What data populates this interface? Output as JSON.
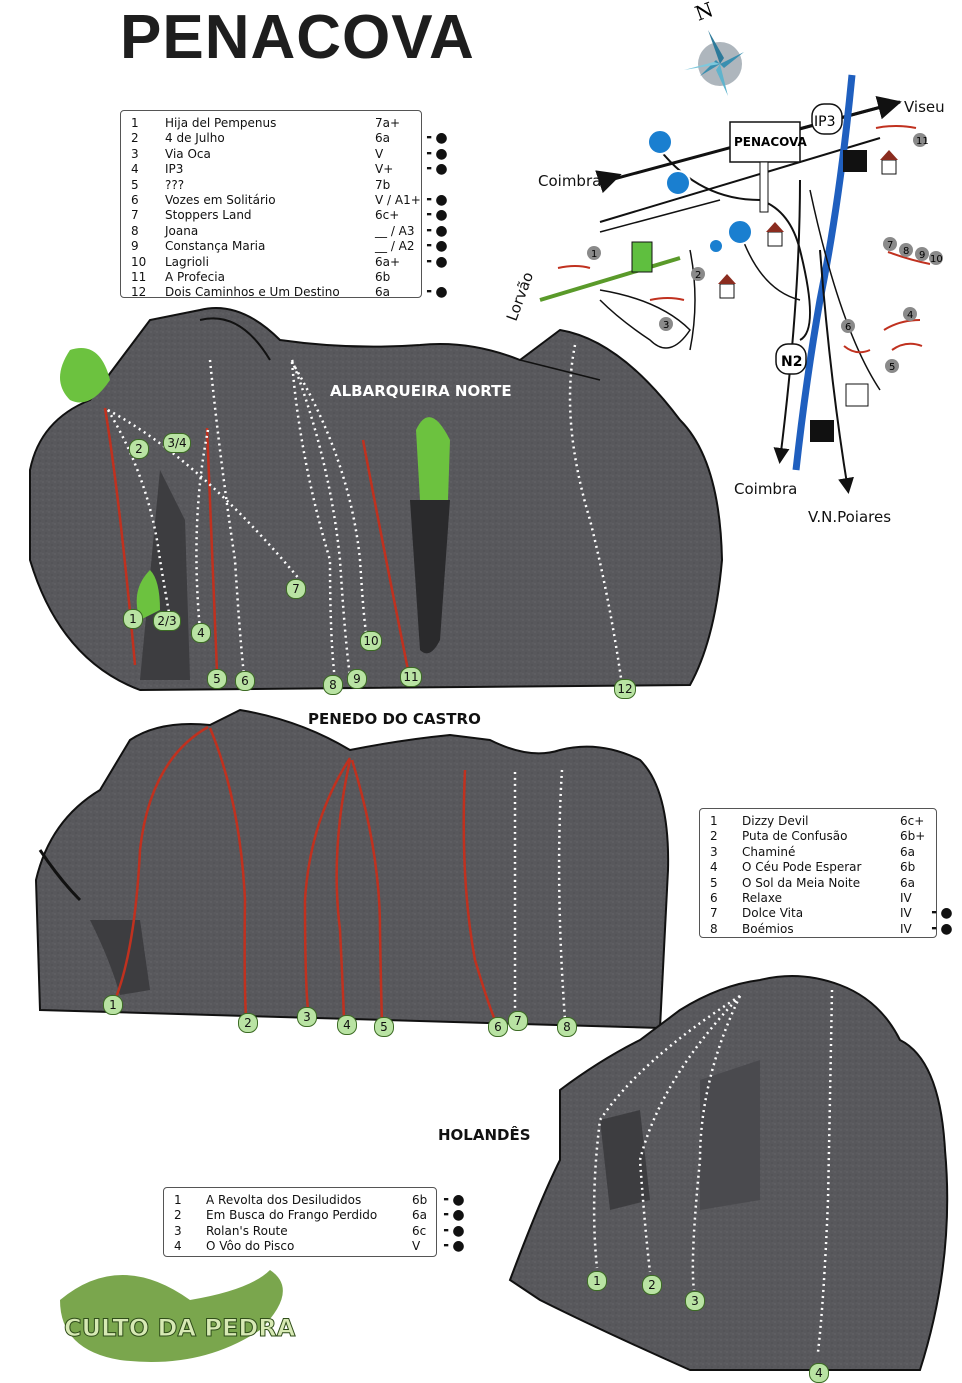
{
  "title": "PENACOVA",
  "legend_main": {
    "routes": [
      {
        "n": "1",
        "name": "Hija del Pempenus",
        "grade": "7a+",
        "hanger": false
      },
      {
        "n": "2",
        "name": "4 de Julho",
        "grade": "6a",
        "hanger": true
      },
      {
        "n": "3",
        "name": "Via Oca",
        "grade": "V",
        "hanger": true
      },
      {
        "n": "4",
        "name": "IP3",
        "grade": "V+",
        "hanger": true
      },
      {
        "n": "5",
        "name": "???",
        "grade": "7b",
        "hanger": false
      },
      {
        "n": "6",
        "name": "Vozes em Solitário",
        "grade": "V / A1+",
        "hanger": true
      },
      {
        "n": "7",
        "name": "Stoppers Land",
        "grade": "6c+",
        "hanger": true
      },
      {
        "n": "8",
        "name": "Joana",
        "grade": "__ / A3",
        "hanger": true
      },
      {
        "n": "9",
        "name": "Constança Maria",
        "grade": "__ / A2",
        "hanger": true
      },
      {
        "n": "10",
        "name": "Lagrioli",
        "grade": "6a+",
        "hanger": true
      },
      {
        "n": "11",
        "name": "A Profecia",
        "grade": "6b",
        "hanger": false
      },
      {
        "n": "12",
        "name": "Dois Caminhos  e Um Destino",
        "grade": "6a",
        "hanger": true
      }
    ]
  },
  "legend_castro": {
    "routes": [
      {
        "n": "1",
        "name": "Dizzy Devil",
        "grade": "6c+",
        "hanger": false
      },
      {
        "n": "2",
        "name": "Puta de Confusão",
        "grade": "6b+",
        "hanger": false
      },
      {
        "n": "3",
        "name": "Chaminé",
        "grade": "6a",
        "hanger": false
      },
      {
        "n": "4",
        "name": "O Céu Pode Esperar",
        "grade": "6b",
        "hanger": false
      },
      {
        "n": "5",
        "name": "O Sol da Meia Noite",
        "grade": "6a",
        "hanger": false
      },
      {
        "n": "6",
        "name": "Relaxe",
        "grade": "IV",
        "hanger": false
      },
      {
        "n": "7",
        "name": "Dolce Vita",
        "grade": "IV",
        "hanger": true
      },
      {
        "n": "8",
        "name": "Boémios",
        "grade": "IV",
        "hanger": true
      }
    ]
  },
  "legend_holandes": {
    "routes": [
      {
        "n": "1",
        "name": "A Revolta dos Desiludidos",
        "grade": "6b",
        "hanger": true
      },
      {
        "n": "2",
        "name": "Em Busca do Frango Perdido",
        "grade": "6a",
        "hanger": true
      },
      {
        "n": "3",
        "name": "Rolan's Route",
        "grade": "6c",
        "hanger": true
      },
      {
        "n": "4",
        "name": "O Vôo do Pisco",
        "grade": "V",
        "hanger": true
      }
    ]
  },
  "sectors": {
    "albarqueira": "ALBARQUEIRA NORTE",
    "castro": "PENEDO DO CASTRO",
    "holandes": "HOLANDÊS"
  },
  "map": {
    "town": "PENACOVA",
    "compass": "N",
    "ip3": "IP3",
    "n2": "N2",
    "places": [
      "Viseu",
      "Coimbra",
      "Lorvão",
      "Coimbra",
      "V.N.Poiares"
    ],
    "markers": [
      "11",
      "1",
      "2",
      "3",
      "7",
      "8",
      "9",
      "10",
      "4",
      "6",
      "5"
    ]
  },
  "albarqueira_labels": [
    "2",
    "3/4",
    "1",
    "2/3",
    "4",
    "5",
    "6",
    "7",
    "8",
    "9",
    "10",
    "11",
    "12"
  ],
  "castro_labels": [
    "1",
    "2",
    "3",
    "4",
    "5",
    "6",
    "7",
    "8"
  ],
  "holandes_labels": [
    "1",
    "2",
    "3",
    "4"
  ],
  "logo": "CULTO DA PEDRA",
  "colors": {
    "rock": "#57575b",
    "route_sport": "#c0311f",
    "route_trad": "#ffffff",
    "label_green": "#b9e3a3",
    "tree": "#6cc23f",
    "river": "#1f5fbf",
    "roundabout": "#1a7fd0"
  }
}
